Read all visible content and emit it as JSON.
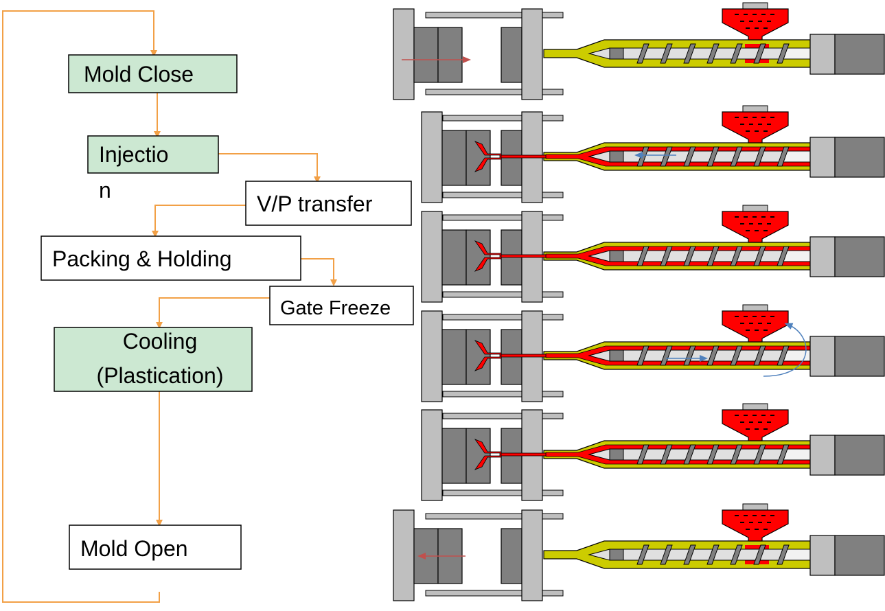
{
  "colors": {
    "arrow": "#f2a046",
    "box_green": "#cce8d2",
    "box_white": "#ffffff",
    "steel_light": "#bfbfbf",
    "steel_dark": "#808080",
    "barrel": "#cccc00",
    "melt": "#ff0000",
    "motion_red": "#c0504d",
    "motion_blue": "#4f81bd"
  },
  "flow": {
    "steps": [
      {
        "id": "mold-close",
        "lines": [
          "Mold Close"
        ]
      },
      {
        "id": "injection",
        "lines": [
          "Injectio",
          "n"
        ]
      },
      {
        "id": "vp-transfer",
        "lines": [
          "V/P transfer"
        ]
      },
      {
        "id": "packing-holding",
        "lines": [
          "Packing & Holding"
        ]
      },
      {
        "id": "gate-freeze",
        "lines": [
          "Gate Freeze"
        ]
      },
      {
        "id": "cooling",
        "lines": [
          "Cooling",
          "(Plastication)"
        ]
      },
      {
        "id": "mold-open",
        "lines": [
          "Mold Open"
        ]
      }
    ]
  },
  "machine": {
    "stages": [
      {
        "id": "mold-close",
        "mold_open": true,
        "filled": false,
        "motion": "close",
        "hopper_level": 1.0
      },
      {
        "id": "injection",
        "mold_open": false,
        "filled": true,
        "motion": "inject",
        "hopper_level": 0.9
      },
      {
        "id": "packing",
        "mold_open": false,
        "filled": true,
        "motion": "none",
        "hopper_level": 0.8
      },
      {
        "id": "plastication",
        "mold_open": false,
        "filled": true,
        "motion": "screw-back",
        "hopper_level": 0.8
      },
      {
        "id": "cooling",
        "mold_open": false,
        "filled": true,
        "motion": "none",
        "hopper_level": 0.8
      },
      {
        "id": "mold-open",
        "mold_open": true,
        "filled": false,
        "motion": "open",
        "hopper_level": 0.8
      }
    ]
  }
}
